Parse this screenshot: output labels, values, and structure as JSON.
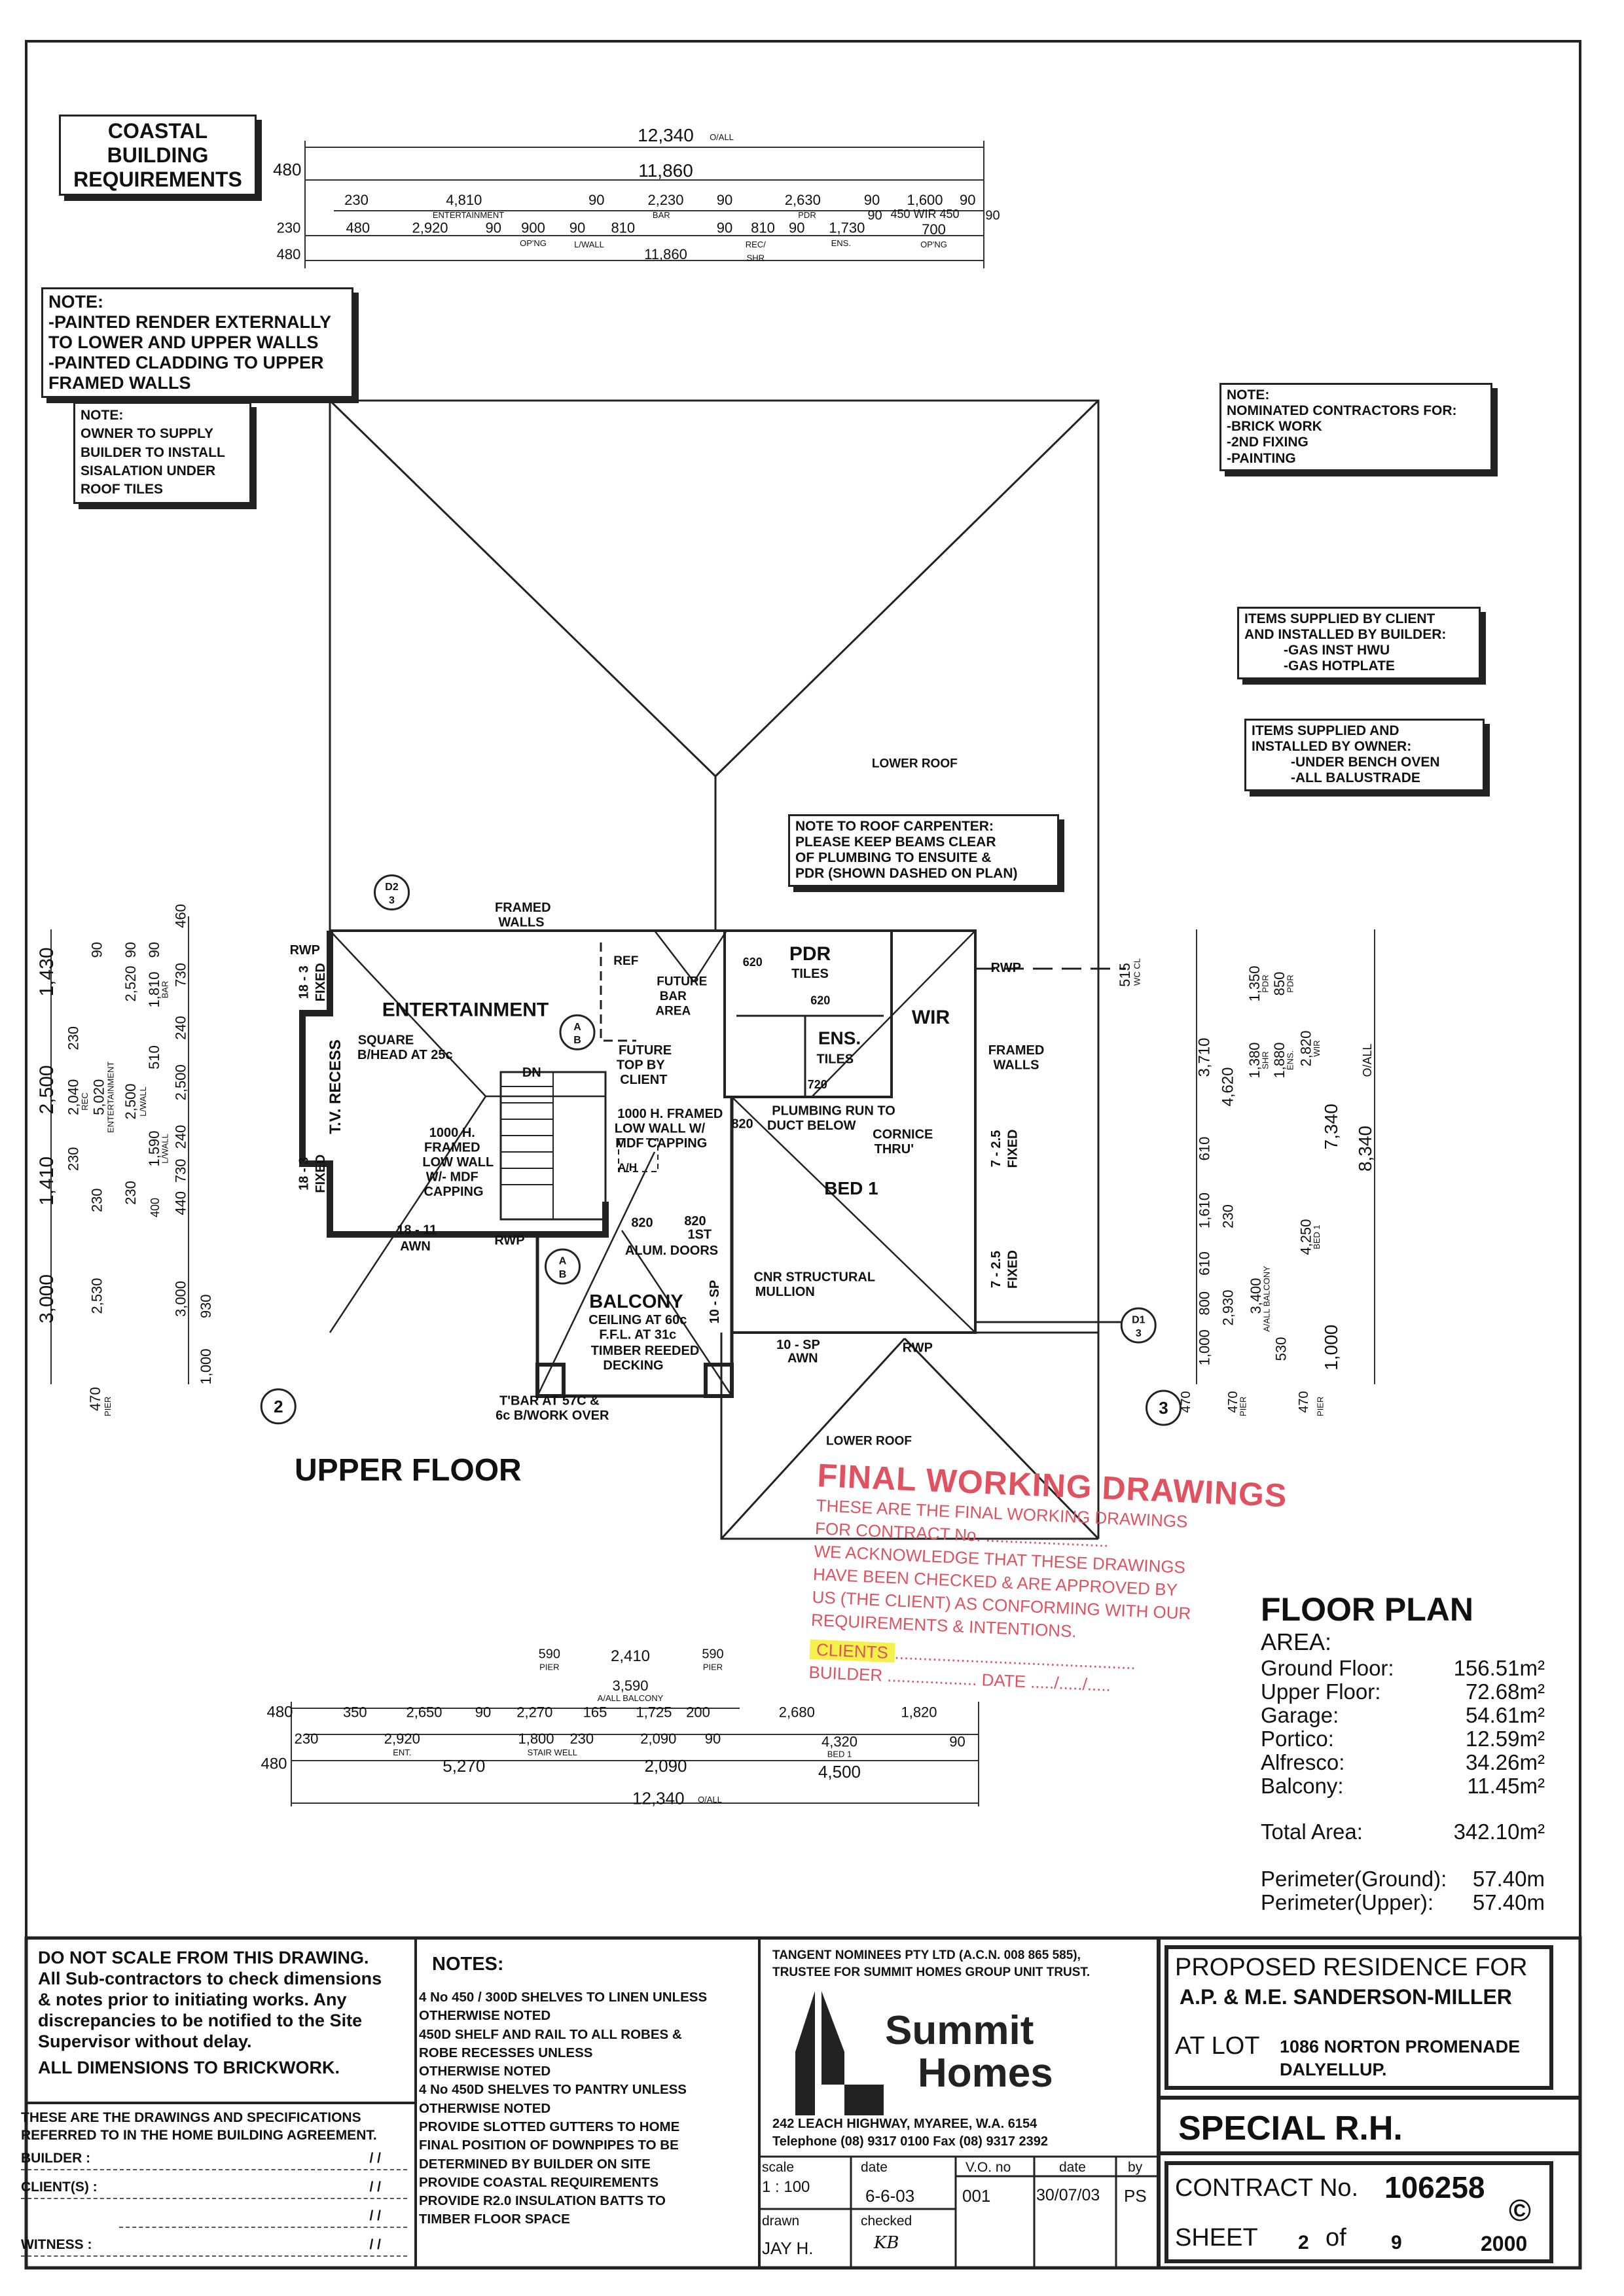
{
  "coastal_box": [
    "COASTAL",
    "BUILDING",
    "REQUIREMENTS"
  ],
  "note_render": [
    "NOTE:",
    "-PAINTED RENDER EXTERNALLY",
    "TO LOWER AND UPPER WALLS",
    "-PAINTED CLADDING TO UPPER",
    "FRAMED WALLS"
  ],
  "note_sisalation": [
    "NOTE:",
    "OWNER TO SUPPLY",
    "BUILDER TO INSTALL",
    "SISALATION UNDER",
    "ROOF TILES"
  ],
  "note_contractors": [
    "NOTE:",
    "NOMINATED CONTRACTORS FOR:",
    "-BRICK WORK",
    "-2ND FIXING",
    "-PAINTING"
  ],
  "items_client": [
    "ITEMS SUPPLIED BY CLIENT",
    "AND INSTALLED BY BUILDER:",
    "-GAS INST HWU",
    "-GAS HOTPLATE"
  ],
  "items_owner": [
    "ITEMS SUPPLIED AND",
    "INSTALLED BY OWNER:",
    "-UNDER BENCH OVEN",
    "-ALL BALUSTRADE"
  ],
  "note_roof_carpenter": [
    "NOTE TO ROOF CARPENTER:",
    "PLEASE KEEP BEAMS CLEAR",
    "OF PLUMBING TO ENSUITE &",
    "PDR (SHOWN DASHED ON PLAN)"
  ],
  "top_dims": [
    "12,340",
    "O/ALL",
    "480",
    "11,860",
    "230",
    "4,810",
    "90",
    "2,230",
    "90",
    "2,630",
    "90",
    "1,600",
    "90",
    "ENTERTAINMENT",
    "BAR",
    "PDR",
    "90",
    "450 WIR 450",
    "90",
    "230",
    "480",
    "2,920",
    "90",
    "900",
    "90",
    "810",
    "90",
    "810",
    "90",
    "1,730",
    "700",
    "OP'NG",
    "L/WALL",
    "REC/",
    "SHR",
    "ENS.",
    "OP'NG",
    "480",
    "11,860"
  ],
  "bottom_dims": [
    "590",
    "PIER",
    "2,410",
    "590",
    "PIER",
    "3,590",
    "A/ALL BALCONY",
    "480",
    "350",
    "2,650",
    "90",
    "2,270",
    "165",
    "1,725",
    "200",
    "2,680",
    "1,820",
    "230",
    "2,920",
    "ENT.",
    "1,800",
    "230",
    "STAIR WELL",
    "2,090",
    "90",
    "4,320",
    "BED 1",
    "90",
    "480",
    "5,270",
    "2,090",
    "4,500",
    "12,340",
    "O/ALL"
  ],
  "left_dims": [
    "1,430",
    "2,500",
    "1,410",
    "3,000",
    "230",
    "2,040",
    "REC",
    "230",
    "2,530",
    "470",
    "PIER",
    "230",
    "5,020",
    "ENTERTAINMENT",
    "90",
    "90",
    "2,520",
    "2,500",
    "L/WALL",
    "230",
    "90",
    "1,810",
    "BAR",
    "510",
    "1,590",
    "L/WALL",
    "400",
    "460",
    "730",
    "240",
    "2,500",
    "240",
    "730",
    "440",
    "3,000",
    "930",
    "1,000"
  ],
  "right_dims": [
    "515",
    "WC CL",
    "3,710",
    "610",
    "1,610",
    "610",
    "800",
    "1,000",
    "470",
    "4,620",
    "230",
    "2,930",
    "470",
    "PIER",
    "3,400",
    "A/ALL BALCONY",
    "1,380",
    "SHR",
    "1,350",
    "PDR",
    "1,880",
    "ENS.",
    "850",
    "PDR",
    "2,820",
    "WIR",
    "4,250",
    "BED 1",
    "530",
    "PIER",
    "470",
    "7,340",
    "1,000",
    "8,340",
    "O/ALL"
  ],
  "plan_labels": [
    "ENTERTAINMENT",
    "REF",
    "FUTURE",
    "BAR",
    "AREA",
    "PDR",
    "TILES",
    "WIR",
    "ENS.",
    "TILES",
    "BED 1",
    "BALCONY",
    "CEILING AT 60c",
    "F.F.L. AT 31c",
    "TIMBER REEDED",
    "DECKING",
    "SQUARE",
    "B/HEAD AT 25c",
    "1000 H.",
    "FRAMED",
    "LOW WALL",
    "W/- MDF",
    "CAPPING",
    "FUTURE",
    "TOP BY",
    "CLIENT",
    "1000 H. FRAMED",
    "LOW WALL W/",
    "MDF CAPPING",
    "820",
    "PLUMBING RUN TO",
    "DUCT BELOW",
    "CORNICE",
    "THRU'",
    "FRAMED",
    "WALLS",
    "FRAMED",
    "WALLS",
    "CNR STRUCTURAL",
    "MULLION",
    "820",
    "820",
    "1ST",
    "ALUM. DOORS",
    "T'BAR AT 57C &",
    "6c B/WORK OVER",
    "10 - SP",
    "AWN",
    "18 - 11",
    "AWN",
    "RWP",
    "RWP",
    "RWP",
    "RWP",
    "DN",
    "A/H",
    "620",
    "620",
    "720",
    "LOWER ROOF",
    "LOWER ROOF"
  ],
  "plan_vlabels": [
    "T.V. RECESS",
    "18 - 3",
    "FIXED",
    "18 - 3",
    "FIXED",
    "7 - 2.5",
    "FIXED",
    "7 - 2.5",
    "FIXED",
    "10 - SP"
  ],
  "markers": [
    "D2",
    "3",
    "A",
    "B",
    "A",
    "B",
    "D1",
    "3",
    "2",
    "3"
  ],
  "upper_floor_title": "UPPER FLOOR",
  "stamp": {
    "title": "FINAL WORKING DRAWINGS",
    "lines": [
      "THESE ARE THE FINAL WORKING DRAWINGS",
      "FOR CONTRACT No. ..........................",
      "WE ACKNOWLEDGE THAT THESE DRAWINGS",
      "HAVE BEEN CHECKED & ARE APPROVED BY",
      "US (THE CLIENT) AS CONFORMING WITH OUR",
      "REQUIREMENTS & INTENTIONS."
    ],
    "clients": "CLIENTS",
    "clients_line": "...................................................",
    "builder": "BUILDER",
    "builder_line": "...................",
    "date": "DATE",
    "date_line": "...../...../.....",
    "color": "#e0525f",
    "highlight": "#f5f04a"
  },
  "floor_plan": {
    "title": "FLOOR PLAN",
    "area_label": "AREA:",
    "rows": [
      {
        "label": "Ground Floor:",
        "value": "156.51m²"
      },
      {
        "label": "Upper Floor:",
        "value": "72.68m²"
      },
      {
        "label": "Garage:",
        "value": "54.61m²"
      },
      {
        "label": "Portico:",
        "value": "12.59m²"
      },
      {
        "label": "Alfresco:",
        "value": "34.26m²"
      },
      {
        "label": "Balcony:",
        "value": "11.45m²"
      }
    ],
    "total_label": "Total Area:",
    "total_value": "342.10m²",
    "perim_ground_label": "Perimeter(Ground):",
    "perim_ground_value": "57.40m",
    "perim_upper_label": "Perimeter(Upper):",
    "perim_upper_value": "57.40m"
  },
  "title_block": {
    "disclaimer": [
      "DO NOT SCALE FROM THIS DRAWING.",
      "All Sub-contractors to check dimensions",
      "& notes prior to initiating works.  Any",
      "discrepancies to be notified to the Site",
      "Supervisor without delay."
    ],
    "all_dims": "ALL DIMENSIONS TO BRICKWORK.",
    "agreement": [
      "THESE ARE THE DRAWINGS AND SPECIFICATIONS",
      "REFERRED TO IN THE HOME BUILDING AGREEMENT."
    ],
    "builder_label": "BUILDER :",
    "clients_label": "CLIENT(S) :",
    "witness_label": "WITNESS :",
    "date_slashes": "/   /",
    "notes_heading": "NOTES:",
    "notes": [
      "4 No 450 / 300D SHELVES TO LINEN UNLESS",
      "OTHERWISE NOTED",
      "450D SHELF AND RAIL TO ALL ROBES &",
      "ROBE RECESSES UNLESS",
      "OTHERWISE NOTED",
      "4 No 450D SHELVES TO PANTRY UNLESS",
      "OTHERWISE NOTED",
      "PROVIDE SLOTTED GUTTERS TO HOME",
      "FINAL POSITION OF DOWNPIPES TO BE",
      "DETERMINED BY BUILDER ON SITE",
      "PROVIDE COASTAL REQUIREMENTS",
      "PROVIDE R2.0 INSULATION BATTS TO",
      "TIMBER FLOOR SPACE"
    ],
    "company": [
      "TANGENT NOMINEES PTY LTD (A.C.N. 008 865 585),",
      "TRUSTEE FOR SUMMIT HOMES GROUP UNIT TRUST."
    ],
    "logo": [
      "Summit",
      "Homes"
    ],
    "address": "242 LEACH HIGHWAY, MYAREE,  W.A. 6154",
    "phone": "Telephone (08) 9317 0100  Fax (08) 9317 2392",
    "scale_label": "scale",
    "scale": "1 : 100",
    "date_label": "date",
    "date": "6-6-03",
    "drawn_label": "drawn",
    "drawn": "JAY H.",
    "checked_label": "checked",
    "checked": "KB",
    "vo_label": "V.O. no",
    "vo": "001",
    "vo_date_label": "date",
    "vo_date": "30/07/03",
    "by_label": "by",
    "by": "PS",
    "proposed": "PROPOSED RESIDENCE FOR",
    "client_name": "A.P. & M.E. SANDERSON-MILLER",
    "at_lot": "AT LOT",
    "lot_address": [
      "1086 NORTON PROMENADE",
      "DALYELLUP."
    ],
    "design": "SPECIAL R.H.",
    "contract_label": "CONTRACT No.",
    "contract": "106258",
    "copyright": "©",
    "sheet_label": "SHEET",
    "sheet": "2",
    "of": "of",
    "sheets": "9",
    "year": "2000"
  }
}
